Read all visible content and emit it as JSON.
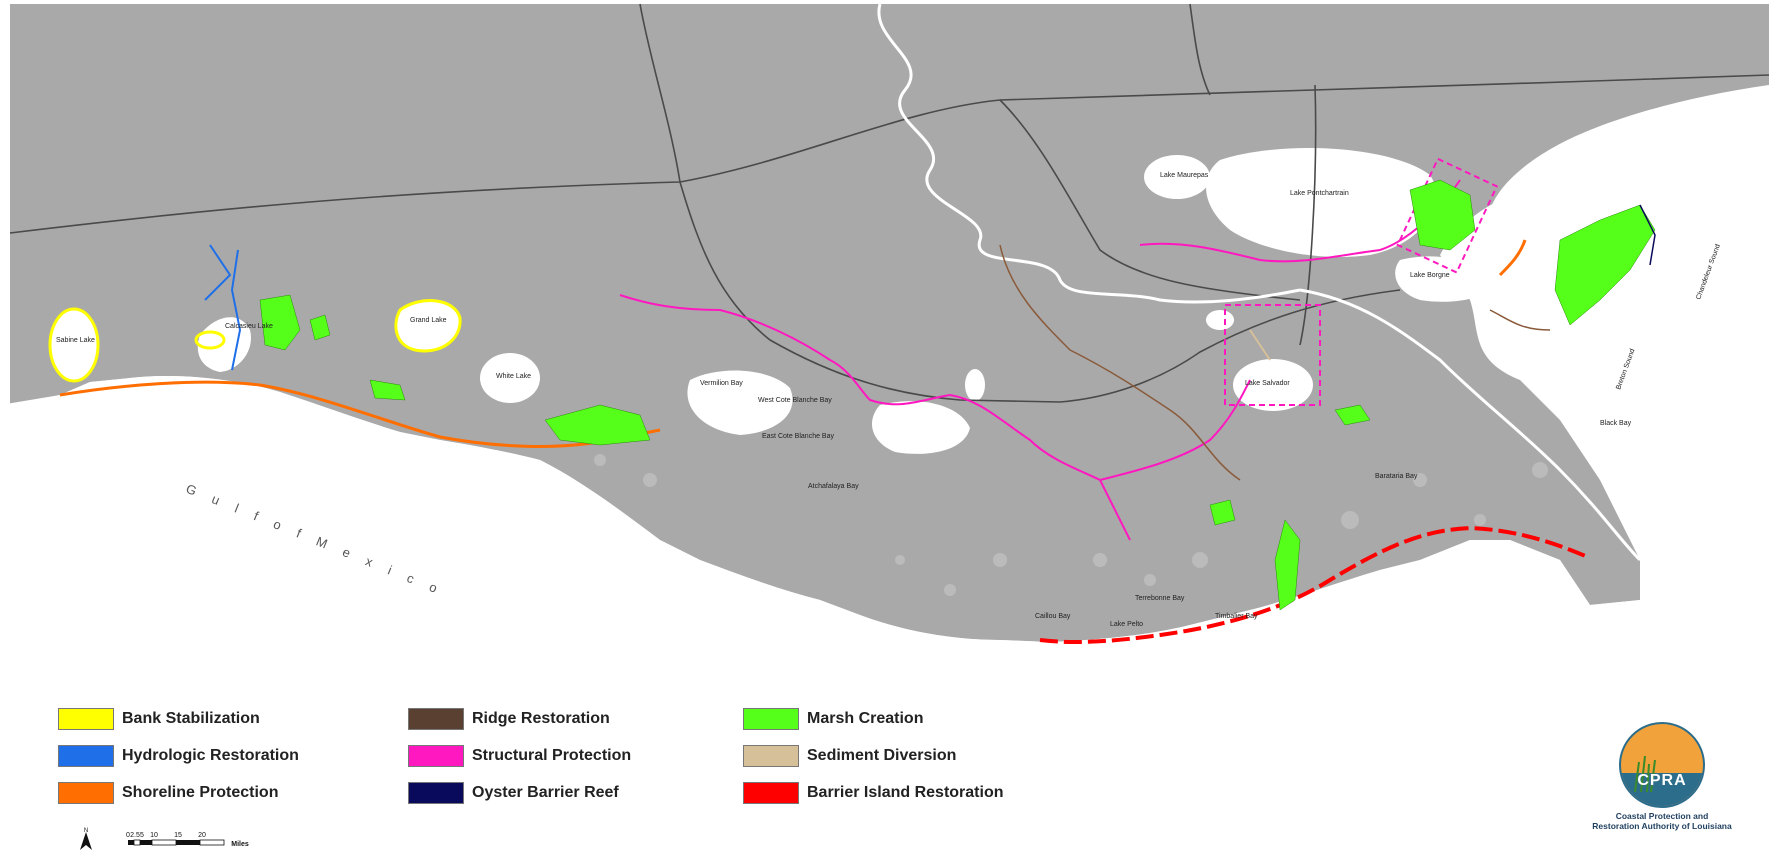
{
  "map": {
    "labels": {
      "gulf": "G u l f  o f  M e x i c o",
      "sabine": "Sabine Lake",
      "calcasieu": "Calcasieu Lake",
      "grand": "Grand Lake",
      "white": "White Lake",
      "vermilion": "Vermilion Bay",
      "west_cote": "West Cote Blanche Bay",
      "east_cote": "East Cote Blanche Bay",
      "atchafalaya": "Atchafalaya Bay",
      "maurepas": "Lake Maurepas",
      "pontchartrain": "Lake Pontchartrain",
      "borgne": "Lake Borgne",
      "salvador": "Lake Salvador",
      "terrebonne": "Terrebonne Bay",
      "timbalier": "Timbalier Bay",
      "caillou": "Caillou Bay",
      "pelto": "Lake Pelto",
      "breton": "Breton Sound",
      "chandeleur": "Chandeleur Sound",
      "black_bay": "Black Bay",
      "barataria": "Barataria Bay"
    }
  },
  "legend": {
    "columns": [
      [
        {
          "label": "Bank Stabilization",
          "color": "#ffff00"
        },
        {
          "label": "Hydrologic Restoration",
          "color": "#1f6fe8"
        },
        {
          "label": "Shoreline Protection",
          "color": "#ff6e00"
        }
      ],
      [
        {
          "label": "Ridge Restoration",
          "color": "#5a4030"
        },
        {
          "label": "Structural Protection",
          "color": "#ff18c0"
        },
        {
          "label": "Oyster Barrier Reef",
          "color": "#0a0a5c"
        }
      ],
      [
        {
          "label": "Marsh Creation",
          "color": "#55ff1a"
        },
        {
          "label": "Sediment Diversion",
          "color": "#d6c09a"
        },
        {
          "label": "Barrier Island Restoration",
          "color": "#ff0000"
        }
      ]
    ]
  },
  "scale": {
    "north": "N",
    "ticks": [
      "0",
      "2.5",
      "5",
      "10",
      "15",
      "20"
    ],
    "unit": "Miles"
  },
  "logo": {
    "acronym": "CPRA",
    "caption_line1": "Coastal Protection and",
    "caption_line2": "Restoration Authority of Louisiana"
  },
  "colors": {
    "land": "#a8a8a8",
    "water": "#ffffff",
    "road": "#4a4a4a"
  }
}
